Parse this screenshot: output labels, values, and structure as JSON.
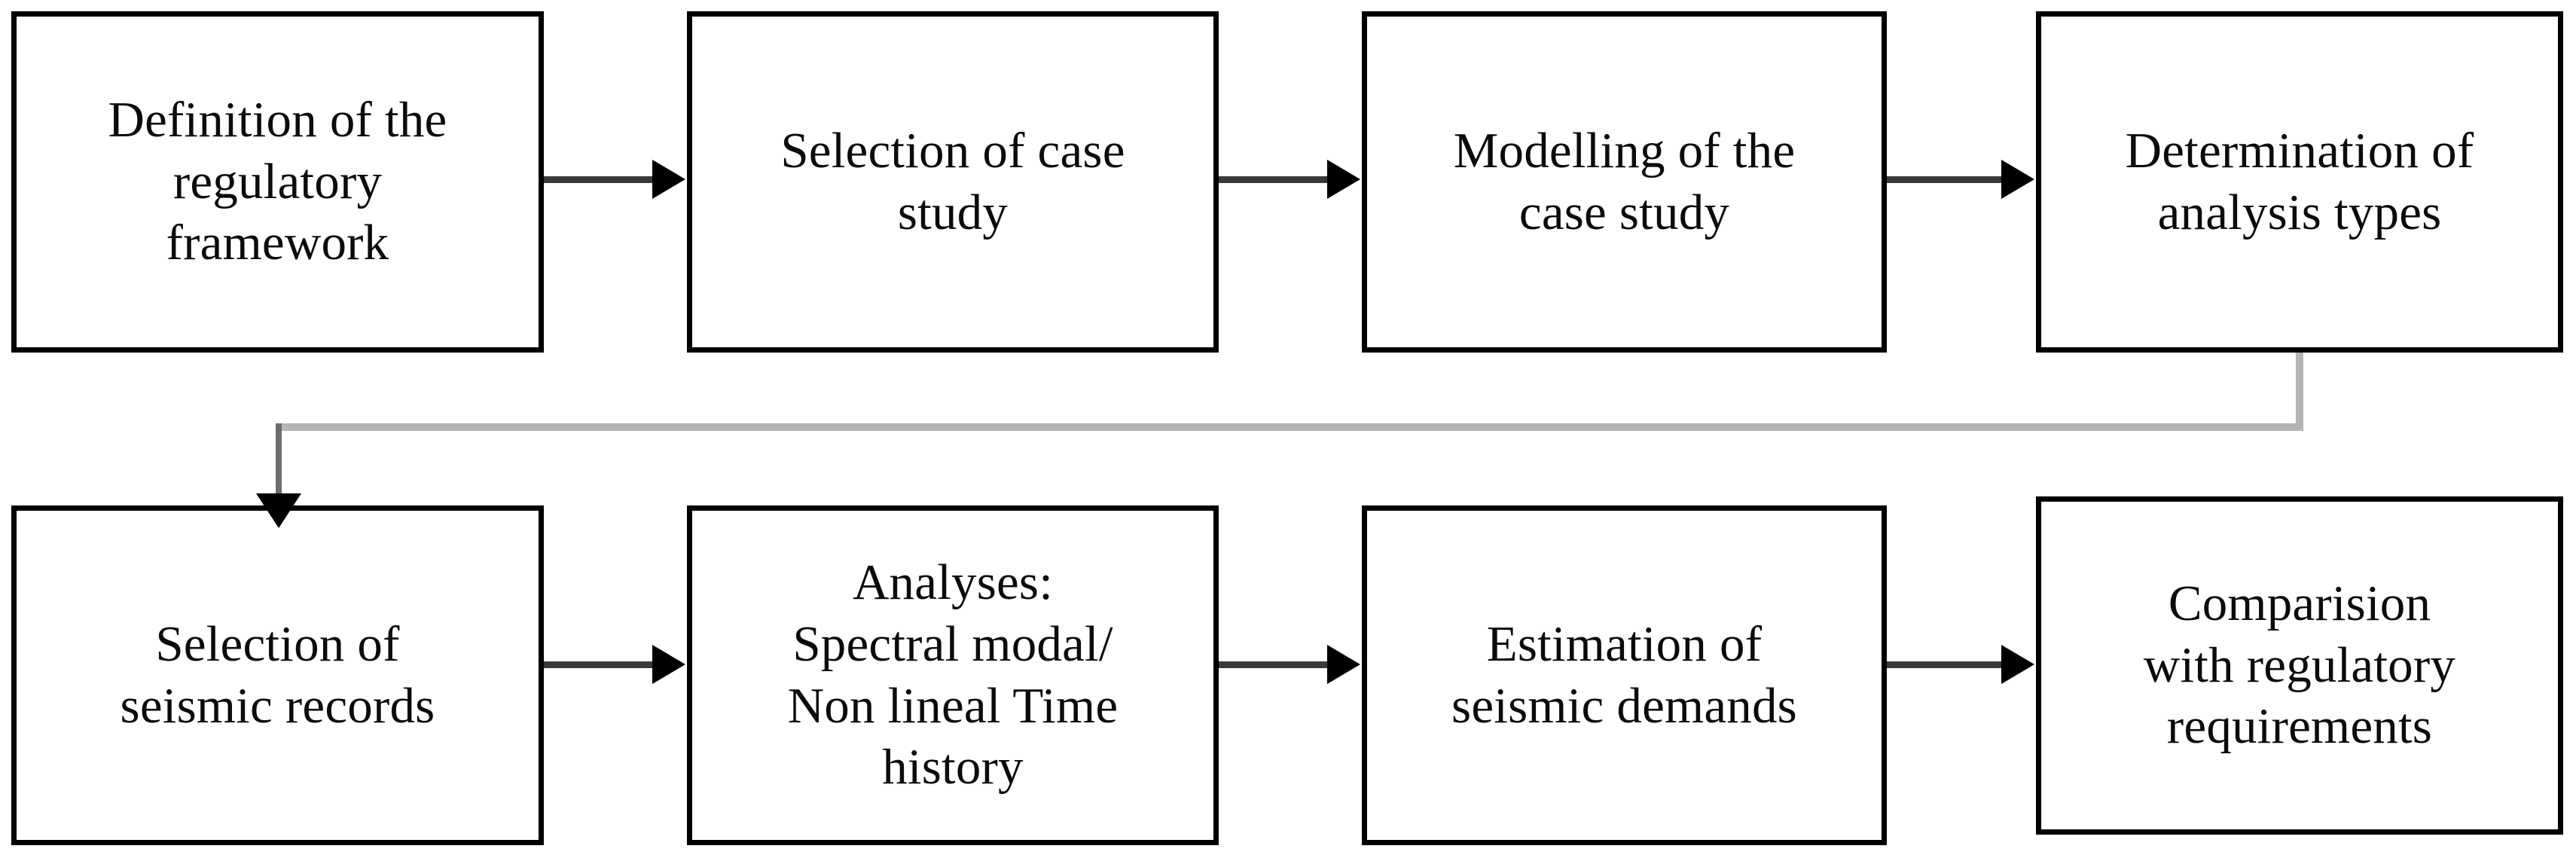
{
  "diagram": {
    "title": "Seismic assessment methodology flowchart",
    "type": "flowchart",
    "orientation": "two-row-serpentine",
    "colors": {
      "node_border": "#000000",
      "node_fill": "#ffffff",
      "text": "#0b0b0b",
      "arrow": "#3a3a3a",
      "elbow_connector": "#b5b5b5"
    },
    "rows": [
      {
        "row_index": 1,
        "nodes": [
          {
            "id": "node-1",
            "label": "Definition of the\nregulatory\nframework"
          },
          {
            "id": "node-2",
            "label": "Selection of case\nstudy"
          },
          {
            "id": "node-3",
            "label": "Modelling of the\ncase study"
          },
          {
            "id": "node-4",
            "label": "Determination of\nanalysis types"
          }
        ]
      },
      {
        "row_index": 2,
        "nodes": [
          {
            "id": "node-5",
            "label": "Selection of\nseismic records"
          },
          {
            "id": "node-6",
            "label": "Analyses:\nSpectral modal/\nNon lineal Time\nhistory"
          },
          {
            "id": "node-7",
            "label": "Estimation of\nseismic demands"
          },
          {
            "id": "node-8",
            "label": "Comparision\nwith regulatory\nrequirements"
          }
        ]
      }
    ],
    "connectors": [
      {
        "id": "conn-1-2",
        "from": "node-1",
        "to": "node-2",
        "style": "arrow-right"
      },
      {
        "id": "conn-2-3",
        "from": "node-2",
        "to": "node-3",
        "style": "arrow-right"
      },
      {
        "id": "conn-3-4",
        "from": "node-3",
        "to": "node-4",
        "style": "arrow-right"
      },
      {
        "id": "conn-4-5",
        "from": "node-4",
        "to": "node-5",
        "style": "elbow-down-left-down"
      },
      {
        "id": "conn-5-6",
        "from": "node-5",
        "to": "node-6",
        "style": "arrow-right"
      },
      {
        "id": "conn-6-7",
        "from": "node-6",
        "to": "node-7",
        "style": "arrow-right"
      },
      {
        "id": "conn-7-8",
        "from": "node-7",
        "to": "node-8",
        "style": "arrow-right"
      }
    ]
  }
}
